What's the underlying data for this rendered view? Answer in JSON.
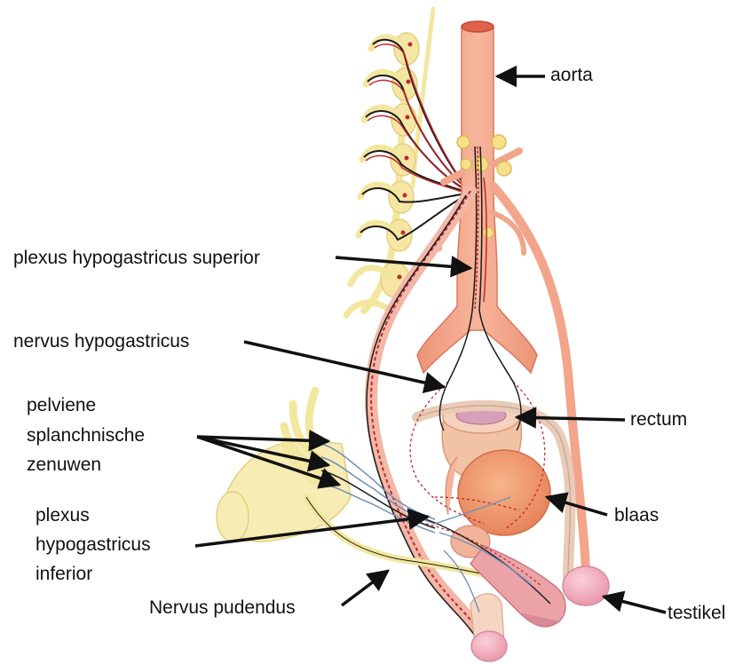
{
  "labels": {
    "aorta": "aorta",
    "plexus_hypogastricus_superior": "plexus hypogastricus superior",
    "nervus_hypogastricus": "nervus hypogastricus",
    "pelviene_line1": "pelviene",
    "pelviene_line2": "splanchnische",
    "pelviene_line3": "zenuwen",
    "rectum": "rectum",
    "plexus_inferior_line1": "plexus",
    "plexus_inferior_line2": "hypogastricus",
    "plexus_inferior_line3": "inferior",
    "blaas": "blaas",
    "nervus_pudendus": "Nervus pudendus",
    "testikel": "testikel"
  },
  "colors": {
    "artery": "#f2a58a",
    "artery_dark": "#d9785c",
    "ganglion": "#f7e6a3",
    "nerve_yellow": "#f3e7a0",
    "nerve_red": "#c0282d",
    "nerve_blue": "#6f8fb8",
    "nerve_black": "#1a1a1a",
    "bladder": "#f0a070",
    "rectum": "#f2c2a5",
    "testis": "#f2a8b8"
  }
}
